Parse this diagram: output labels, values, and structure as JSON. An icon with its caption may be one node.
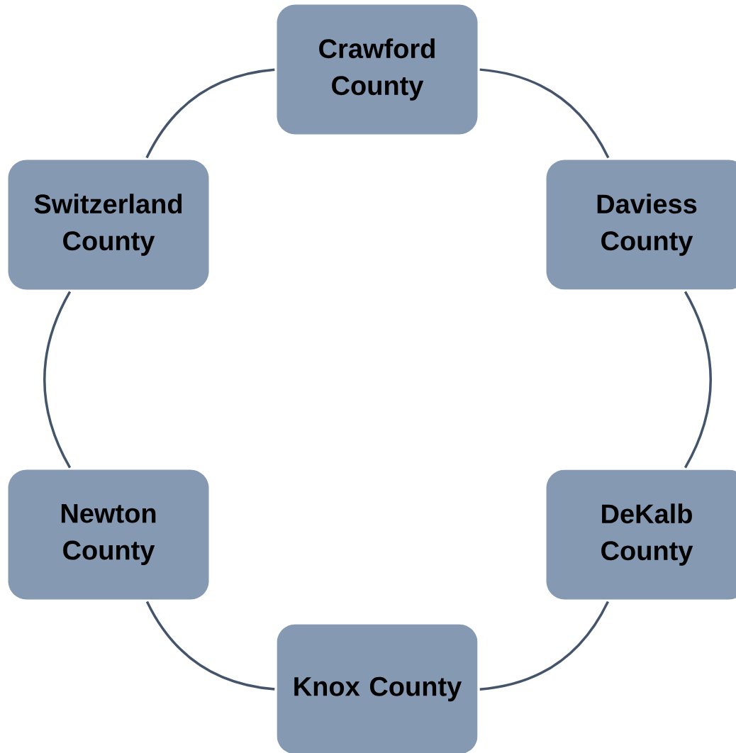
{
  "diagram": {
    "nodes": [
      {
        "text": [
          "Crawford County"
        ]
      },
      {
        "text": [
          "Daviess County"
        ]
      },
      {
        "text": [
          "DeKalb County"
        ]
      },
      {
        "text": [
          "Knox County"
        ]
      },
      {
        "text": [
          "Newton County"
        ]
      },
      {
        "text": [
          "Switzerland County"
        ]
      }
    ],
    "edges": [
      {
        "from": 0,
        "to": 1,
        "arrow": "none"
      },
      {
        "from": 1,
        "to": 2,
        "arrow": "none"
      },
      {
        "from": 2,
        "to": 3,
        "arrow": "none"
      },
      {
        "from": 3,
        "to": 4,
        "arrow": "none"
      },
      {
        "from": 4,
        "to": 5,
        "arrow": "none"
      },
      {
        "from": 5,
        "to": 0,
        "arrow": "none"
      }
    ]
  }
}
